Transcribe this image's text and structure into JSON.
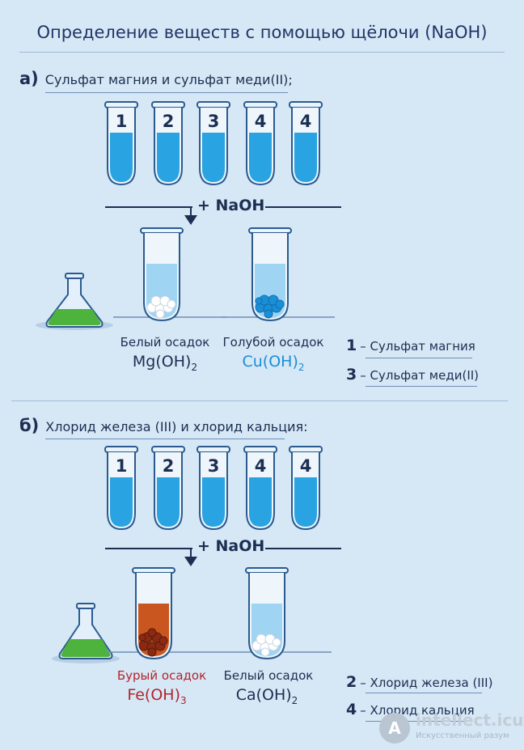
{
  "title": "Определение веществ с помощью щёлочи (NaOH)",
  "section_a": {
    "letter": "а)",
    "heading": "Сульфат магния и сульфат меди(II);",
    "tubes": [
      "1",
      "2",
      "3",
      "4",
      "4"
    ],
    "reagent": "+ NaOH",
    "results": [
      {
        "caption": "Белый осадок",
        "formula_main": "Mg(OH)",
        "formula_sub": "2",
        "color": "#1c2f52"
      },
      {
        "caption": "Голубой осадок",
        "formula_main": "Cu(OH)",
        "formula_sub": "2",
        "color": "#1a8fd6"
      }
    ],
    "legend": [
      {
        "num": "1",
        "text": "– Сульфат магния"
      },
      {
        "num": "3",
        "text": "– Сульфат меди(II)"
      }
    ]
  },
  "section_b": {
    "letter": "б)",
    "heading": "Хлорид железа (III) и хлорид кальция:",
    "tubes": [
      "1",
      "2",
      "3",
      "4",
      "4"
    ],
    "reagent": "+ NaOH",
    "results": [
      {
        "caption": "Бурый осадок",
        "formula_main": "Fe(OH)",
        "formula_sub": "3",
        "color": "#b3252b"
      },
      {
        "caption": "Белый осадок",
        "formula_main": "Ca(OH)",
        "formula_sub": "2",
        "color": "#1c2f52"
      }
    ],
    "legend": [
      {
        "num": "2",
        "text": "– Хлорид железа (III)"
      },
      {
        "num": "4",
        "text": "– Хлорид кальция"
      }
    ]
  },
  "watermark": {
    "logo_letter": "A",
    "name": "intellect.icu",
    "tagline": "Искусственный разум"
  },
  "colors": {
    "liquid_blue": "#2aa3e2",
    "brown_precipitate": "#8a2a12",
    "flask_green": "#4eb33c"
  }
}
